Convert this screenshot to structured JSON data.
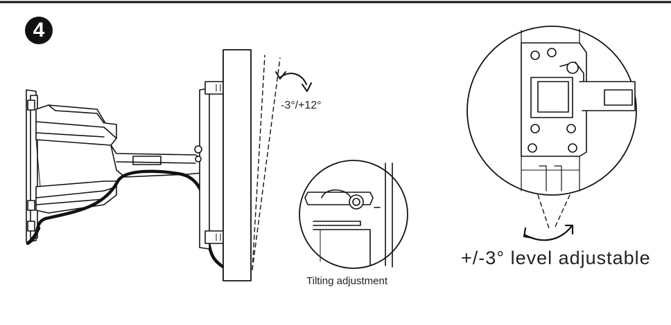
{
  "step": {
    "number": "4"
  },
  "labels": {
    "tilt_range": "-3°/+12°",
    "tilt_caption": "Tilting adjustment",
    "level_caption": "+/-3° level adjustable"
  },
  "icons": {
    "tilt_arrow": "curved-double-arrow-icon",
    "level_arrow": "curved-double-arrow-icon"
  },
  "colors": {
    "line": "#111111",
    "background": "#ffffff"
  }
}
